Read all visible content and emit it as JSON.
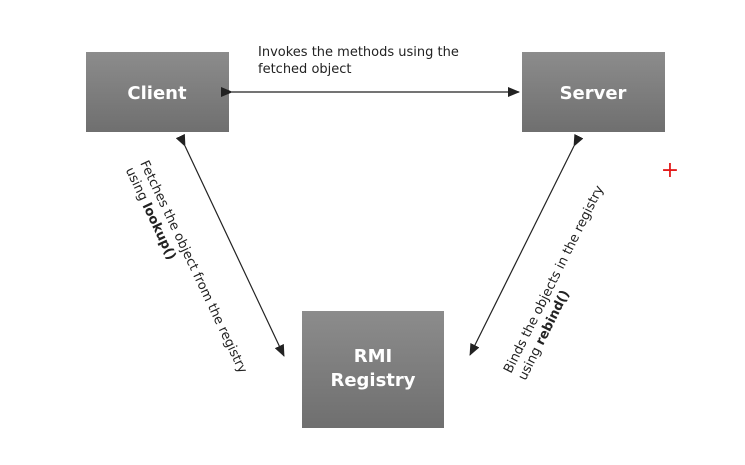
{
  "nodes": {
    "client": {
      "label": "Client"
    },
    "server": {
      "label": "Server"
    },
    "registry": {
      "label_line1": "RMI",
      "label_line2": "Registry"
    }
  },
  "edges": {
    "invoke": {
      "line1": "Invokes the methods using the",
      "line2": "fetched object"
    },
    "lookup": {
      "line1": "Fetches the object from the registry",
      "line2_prefix": "using ",
      "line2_method": "lookup()"
    },
    "rebind": {
      "line1": "Binds the objects in the registry",
      "line2_prefix": "using ",
      "line2_method": "rebind()"
    }
  },
  "marker": {
    "symbol": "+",
    "color": "#e31b1b"
  },
  "colors": {
    "box_fill": "#7f7f7f",
    "box_text": "#ffffff",
    "arrow": "#222222"
  }
}
